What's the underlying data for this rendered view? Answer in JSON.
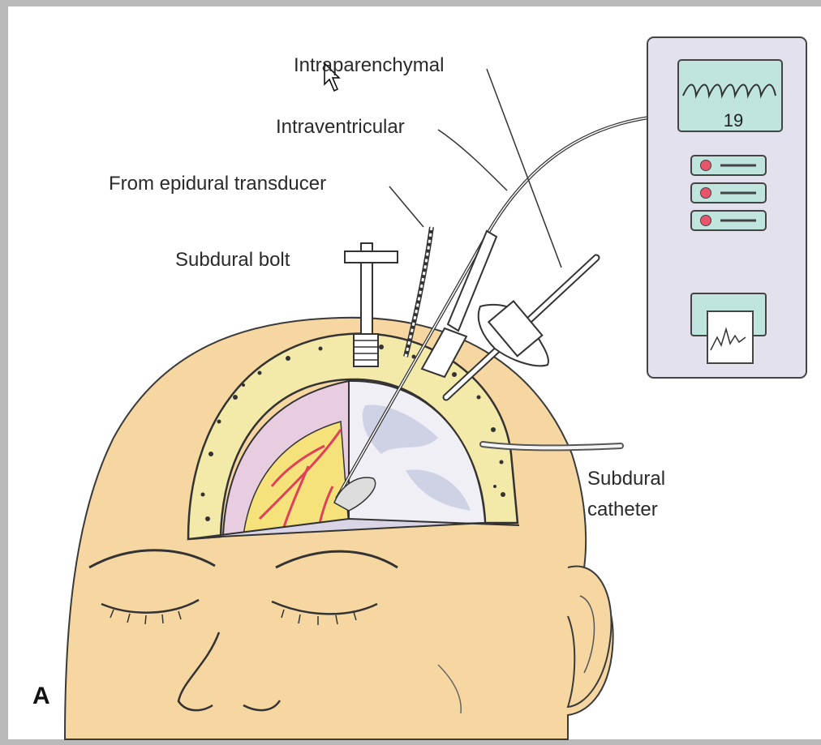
{
  "labels": {
    "intraparenchymal": "Intraparenchymal",
    "intraventricular": "Intraventricular",
    "epidural": "From epidural transducer",
    "subdural_bolt": "Subdural bolt",
    "subdural_catheter_line1": "Subdural",
    "subdural_catheter_line2": "catheter"
  },
  "monitor": {
    "readout": "19"
  },
  "panel_letter": "A",
  "colors": {
    "skin": "#f6d7a2",
    "monitor": "#e4e1ef",
    "screen": "#bfe5de",
    "bone": "#f3e9a8",
    "brain": "#f0eff5",
    "ventricle": "#e8cde0",
    "vessel": "#e0415a",
    "led": "#e8556b"
  }
}
